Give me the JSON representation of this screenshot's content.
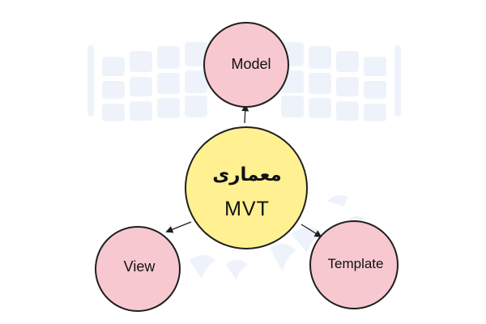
{
  "diagram": {
    "center": {
      "title": "معماری",
      "subtitle": "MVT"
    },
    "nodes": [
      {
        "label": "Model"
      },
      {
        "label": "View"
      },
      {
        "label": "Template"
      }
    ]
  },
  "colors": {
    "center_fill": "#fff091",
    "node_fill": "#f7c8d0",
    "stroke": "#1f1f1f",
    "watermark": "#eef3fb"
  }
}
